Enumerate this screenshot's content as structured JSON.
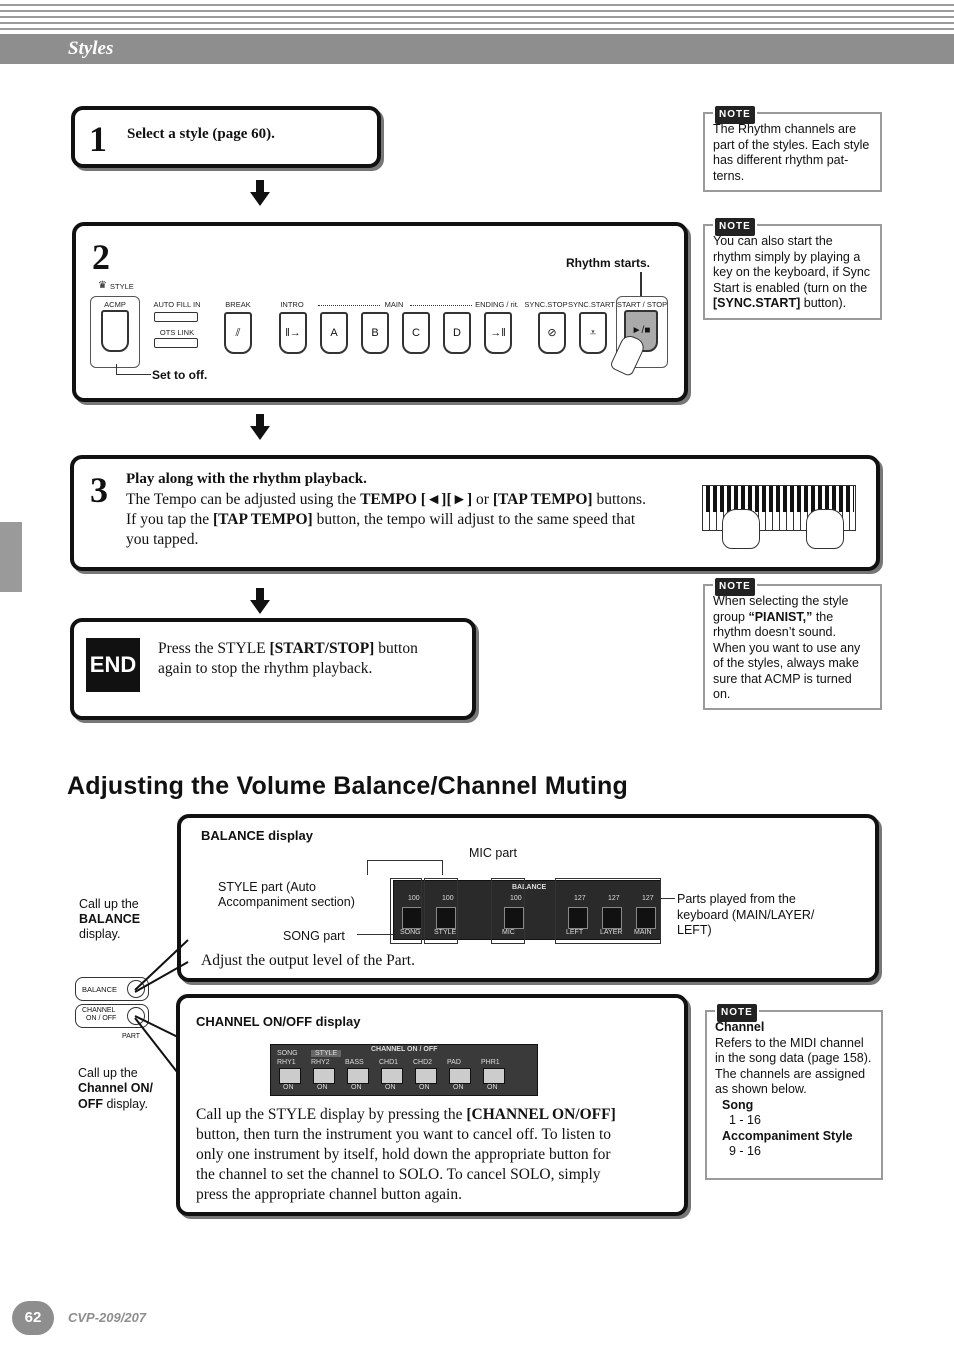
{
  "header": {
    "title": "Styles"
  },
  "step1": {
    "num": "1",
    "text": "Select a style (page 60)."
  },
  "step2": {
    "num": "2",
    "rhythm_starts": "Rhythm starts.",
    "set_to_off": "Set to off.",
    "panel": {
      "style_label": "STYLE",
      "acmp": "ACMP",
      "auto_fill_in": "AUTO FILL IN",
      "ots_link": "OTS LINK",
      "break": "BREAK",
      "intro": "INTRO",
      "main": "MAIN",
      "ending": "ENDING / rit.",
      "sync_stop": "SYNC.STOP",
      "sync_start": "SYNC.START",
      "start_stop": "START / STOP",
      "a": "A",
      "b": "B",
      "c": "C",
      "d": "D",
      "start_stop_symbol": "►/■"
    }
  },
  "step3": {
    "num": "3",
    "title": "Play along with the rhythm playback.",
    "l1_a": "The Tempo can be adjusted using the ",
    "l1_b": "TEMPO [◄][►]",
    "l1_c": " or ",
    "l1_d": "[TAP TEMPO]",
    "l1_e": " buttons.",
    "l2_a": "If you tap the ",
    "l2_b": "[TAP TEMPO]",
    "l2_c": " button, the tempo will adjust to the same speed that",
    "l3": "you tapped."
  },
  "end": {
    "logo": "END",
    "l1_a": "Press the STYLE ",
    "l1_b": "[START/STOP]",
    "l1_c": " button",
    "l2": "again to stop the rhythm playback."
  },
  "notes": {
    "badge": "NOTE",
    "n1": [
      "The Rhythm channels are",
      "part of the styles. Each style",
      "has different rhythm pat-",
      "terns."
    ],
    "n2_l1": "You can also start the",
    "n2_l2": "rhythm simply by playing a",
    "n2_l3": "key on the keyboard, if Sync",
    "n2_l4": "Start is enabled (turn on the",
    "n2_l5_b": "[SYNC.START]",
    "n2_l5_c": " button).",
    "n3_l1": "When selecting the style",
    "n3_l2_a": "group ",
    "n3_l2_b": "“PIANIST,”",
    "n3_l2_c": " the",
    "n3_rest": [
      "rhythm doesn’t sound.",
      "When you want to use any",
      "of the styles, always make",
      "sure that ACMP is turned",
      "on."
    ],
    "n4_title": "Channel",
    "n4_body": [
      "Refers to the MIDI channel",
      "in the song data (page 158).",
      "The channels are assigned",
      "as shown below."
    ],
    "n4_song": "Song",
    "n4_song_range": "1 - 16",
    "n4_acc": "Accompaniment Style",
    "n4_acc_range": "9 - 16"
  },
  "section": {
    "title": "Adjusting the Volume Balance/Channel Muting"
  },
  "balance": {
    "heading": "BALANCE display",
    "mic_part": "MIC part",
    "style_part_1": "STYLE part (Auto",
    "style_part_2": "Accompaniment section)",
    "song_part": "SONG part",
    "parts_1": "Parts played from the",
    "parts_2": "keyboard (MAIN/LAYER/",
    "parts_3": "LEFT)",
    "adjust": "Adjust the output level of the Part.",
    "lcd_title": "BALANCE",
    "channels": [
      {
        "name": "SONG",
        "val": "100"
      },
      {
        "name": "STYLE",
        "val": "100"
      },
      {
        "name": "MIC",
        "val": "100"
      },
      {
        "name": "LEFT",
        "val": "127"
      },
      {
        "name": "LAYER",
        "val": "127"
      },
      {
        "name": "MAIN",
        "val": "127"
      }
    ]
  },
  "left": {
    "call1_a": "Call up the",
    "call1_b": "BALANCE",
    "call1_c": "display.",
    "btn_balance": "BALANCE",
    "btn_channel_1": "CHANNEL",
    "btn_channel_2": "ON / OFF",
    "btn_part": "PART",
    "call2_a": "Call up the",
    "call2_b": "Channel ON/",
    "call2_c": "OFF",
    "call2_d": " display."
  },
  "channel": {
    "heading": "CHANNEL ON/OFF display",
    "lcd_title": "CHANNEL ON / OFF",
    "tab_song": "SONG",
    "tab_style": "STYLE",
    "chans": [
      "RHY1",
      "RHY2",
      "BASS",
      "CHD1",
      "CHD2",
      "PAD",
      "PHR1"
    ],
    "on": "ON",
    "p1_a": "Call up the STYLE display by pressing the ",
    "p1_b": "[CHANNEL ON/OFF]",
    "p2": "button, then turn the instrument you want to cancel off. To listen to",
    "p3": "only one instrument by itself, hold down the appropriate button for",
    "p4": "the channel to set the channel to SOLO. To cancel SOLO, simply",
    "p5": "press the appropriate channel button again."
  },
  "footer": {
    "page": "62",
    "model": "CVP-209/207"
  }
}
